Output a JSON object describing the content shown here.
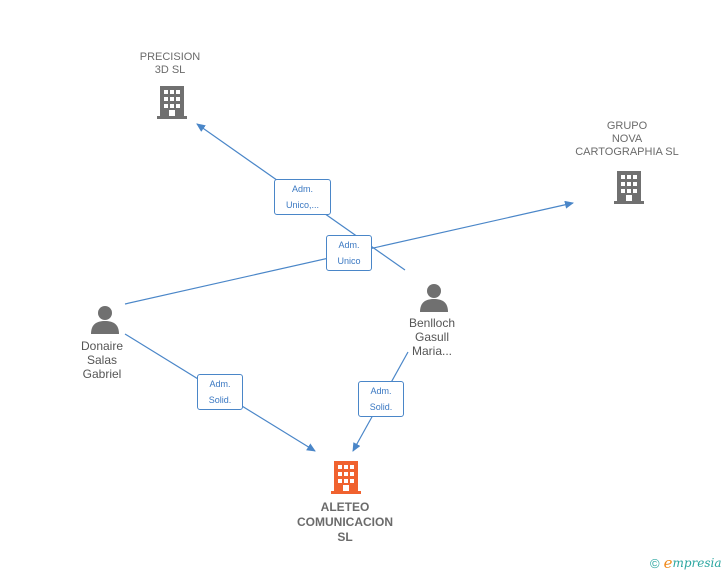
{
  "colors": {
    "edge": "#4a86c8",
    "company_icon": "#707070",
    "main_company_icon": "#f0622f",
    "person_icon": "#707070"
  },
  "nodes": {
    "precision": {
      "label": "PRECISION\n3D  SL",
      "icon": "building-icon"
    },
    "grupo_nova": {
      "label": "GRUPO\nNOVA\nCARTOGRAPHIA SL",
      "icon": "building-icon"
    },
    "donaire": {
      "label": "Donaire\nSalas\nGabriel",
      "icon": "person-icon"
    },
    "benlloch": {
      "label": "Benlloch\nGasull\nMaria...",
      "icon": "person-icon"
    },
    "aleteo": {
      "label": "ALETEO\nCOMUNICACION\nSL",
      "icon": "building-icon"
    }
  },
  "edges": {
    "benlloch_precision": {
      "label": "Adm.\nUnico,..."
    },
    "donaire_grupo": {
      "label": "Adm.\nUnico"
    },
    "donaire_aleteo": {
      "label": "Adm.\nSolid."
    },
    "benlloch_aleteo": {
      "label": "Adm.\nSolid."
    }
  },
  "footer": {
    "copyright": "©",
    "brand_initial": "e",
    "brand_rest": "mpresia"
  }
}
